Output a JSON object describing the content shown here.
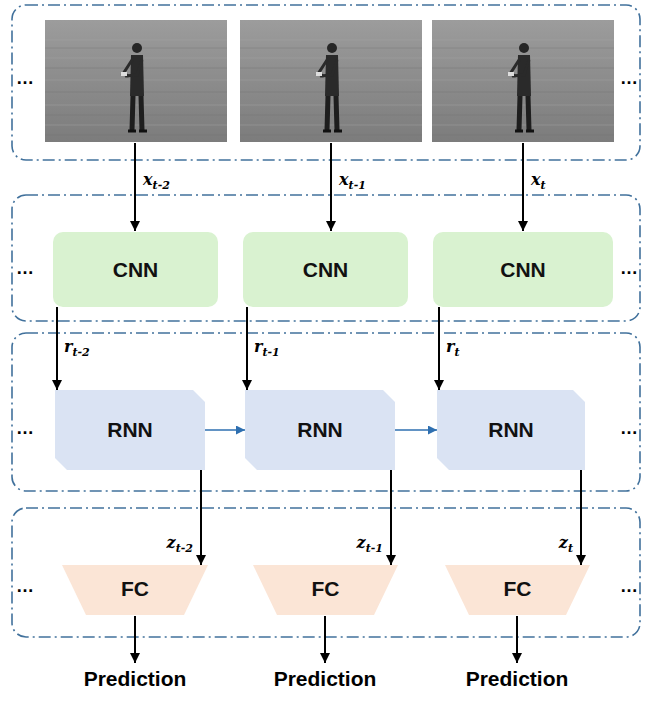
{
  "diagram": {
    "nodes": [
      {
        "text": [
          "CNN"
        ]
      },
      {
        "text": [
          "CNN"
        ]
      },
      {
        "text": [
          "CNN"
        ]
      },
      {
        "text": [
          "RNN"
        ]
      },
      {
        "text": [
          "RNN"
        ]
      },
      {
        "text": [
          "RNN"
        ]
      },
      {
        "text": [
          "FC"
        ]
      },
      {
        "text": [
          "FC"
        ]
      },
      {
        "text": [
          "FC"
        ]
      }
    ],
    "edges": [
      {
        "from": 0,
        "to": 3,
        "arrow": "to",
        "label": "rt-2"
      },
      {
        "from": 1,
        "to": 4,
        "arrow": "to",
        "label": "rt-1"
      },
      {
        "from": 2,
        "to": 5,
        "arrow": "to",
        "label": "rt"
      },
      {
        "from": 3,
        "to": 4,
        "arrow": "to"
      },
      {
        "from": 4,
        "to": 5,
        "arrow": "to"
      },
      {
        "from": 3,
        "to": 6,
        "arrow": "to",
        "label": "zt-2"
      },
      {
        "from": 4,
        "to": 7,
        "arrow": "to",
        "label": "zt-1"
      },
      {
        "from": 5,
        "to": 8,
        "arrow": "to",
        "label": "zt"
      }
    ],
    "labels": [
      "…",
      "…",
      "xt-2",
      "xt-1",
      "xt",
      "…",
      "…",
      "…",
      "…",
      "…",
      "…",
      "Prediction",
      "Prediction",
      "Prediction"
    ]
  }
}
